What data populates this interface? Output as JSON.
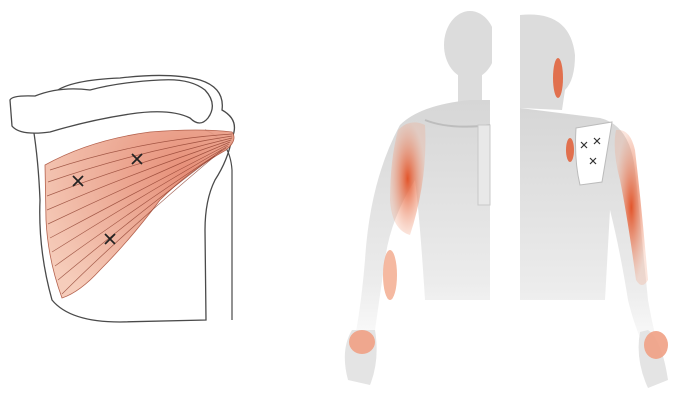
{
  "illustration": {
    "scapula_detail": {
      "structure": "scapula",
      "markers": [
        "trigger-point-1",
        "trigger-point-2",
        "trigger-point-3"
      ]
    },
    "body_views": [
      "anterior",
      "posterior"
    ],
    "colors": {
      "muscle_fill": "#f0b49a",
      "muscle_line": "#b05a45",
      "referred_pain": "#e2552b",
      "outline": "#4a4a4a",
      "body_gray": "#dedede"
    }
  }
}
